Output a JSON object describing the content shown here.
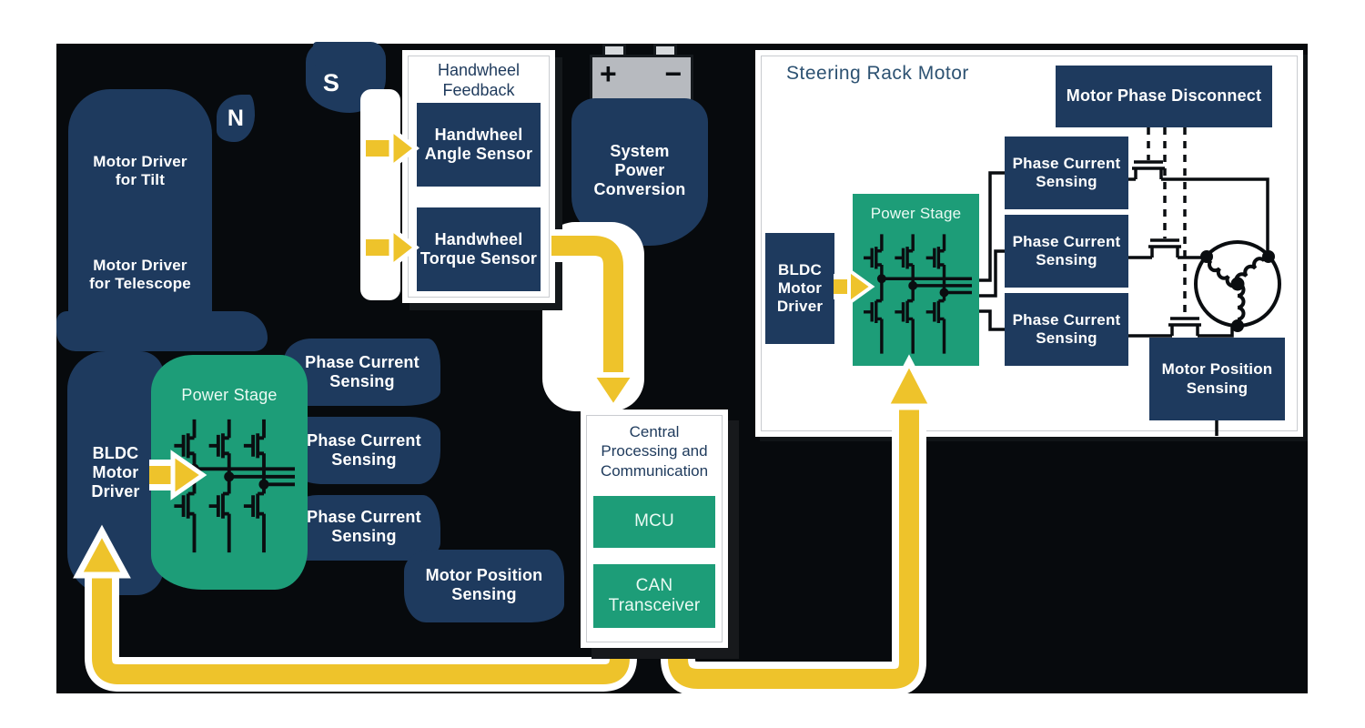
{
  "colors": {
    "navy": "#1e3a5e",
    "green": "#1d9d78",
    "yellow": "#eec32b",
    "background": "#070a0d",
    "panel": "#ffffff"
  },
  "sections": {
    "steering_column": {
      "tilt": "Motor Driver for Tilt",
      "telescope": "Motor Driver for Telescope",
      "magnet_n": "N",
      "magnet_s": "S"
    },
    "handwheel_feedback": {
      "title": "Handwheel Feedback",
      "angle": "Handwheel Angle Sensor",
      "torque": "Handwheel Torque Sensor"
    },
    "power": {
      "battery_plus": "+",
      "battery_minus": "−",
      "conversion": "System Power Conversion"
    },
    "actuator": {
      "bldc": "BLDC Motor Driver",
      "power_stage": "Power Stage",
      "pcs": [
        "Phase Current Sensing",
        "Phase Current Sensing",
        "Phase Current Sensing"
      ],
      "mps": "Motor Position Sensing"
    },
    "central": {
      "title": "Central Processing and Communication",
      "mcu": "MCU",
      "can": "CAN Transceiver"
    },
    "rack": {
      "title": "Steering Rack Motor",
      "disconnect": "Motor Phase Disconnect",
      "bldc": "BLDC Motor Driver",
      "power_stage": "Power Stage",
      "pcs": [
        "Phase Current Sensing",
        "Phase Current Sensing",
        "Phase Current Sensing"
      ],
      "mps": "Motor Position Sensing"
    }
  }
}
